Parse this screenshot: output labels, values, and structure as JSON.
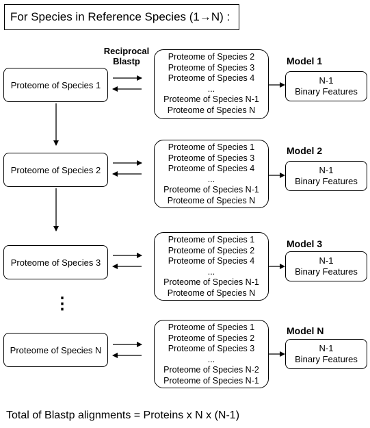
{
  "header": {
    "title": "For Species in Reference Species (1→N) :"
  },
  "blastp_label": {
    "line1": "Reciprocal",
    "line2": "Blastp"
  },
  "rows": [
    {
      "species": "Proteome of Species 1",
      "list": [
        "Proteome of Species 2",
        "Proteome of Species 3",
        "Proteome of Species 4",
        "...",
        "Proteome of Species N-1",
        "Proteome of Species N"
      ],
      "model_title": "Model 1",
      "model_line1": "N-1",
      "model_line2": "Binary Features"
    },
    {
      "species": "Proteome of Species 2",
      "list": [
        "Proteome of Species 1",
        "Proteome of Species 3",
        "Proteome of Species 4",
        "...",
        "Proteome of Species N-1",
        "Proteome of Species N"
      ],
      "model_title": "Model 2",
      "model_line1": "N-1",
      "model_line2": "Binary Features"
    },
    {
      "species": "Proteome of Species 3",
      "list": [
        "Proteome of Species 1",
        "Proteome of Species 2",
        "Proteome of Species 4",
        "...",
        "Proteome of Species N-1",
        "Proteome of Species N"
      ],
      "model_title": "Model 3",
      "model_line1": "N-1",
      "model_line2": "Binary Features"
    },
    {
      "species": "Proteome of Species N",
      "list": [
        "Proteome of Species 1",
        "Proteome of Species 2",
        "Proteome of Species 3",
        "...",
        "Proteome of Species N-2",
        "Proteome of Species N-1"
      ],
      "model_title": "Model N",
      "model_line1": "N-1",
      "model_line2": "Binary Features"
    }
  ],
  "vertical_ellipsis": "⋮",
  "footer": {
    "total": "Total of Blastp alignments = Proteins x N x (N-1)"
  }
}
